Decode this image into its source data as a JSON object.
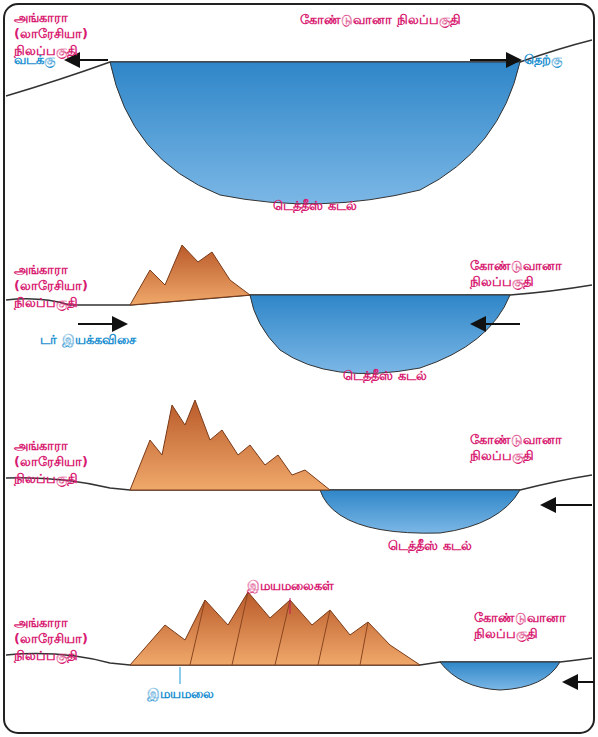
{
  "diagram": {
    "labels": [
      "அங்காரா (லாரேசியா) நிலப்பகுதி",
      "கோண்டுவானா நிலப்பகுதி",
      "வடக்கு",
      "தெற்கு",
      "டெத்தீஸ் கடல்",
      "அங்காரா (லாரேசியா) நிலப்பகுதி",
      "கோண்டுவானா நிலப்பகுதி",
      "டர் இயக்கவிசை",
      "டெத்தீஸ் கடல்",
      "அங்காரா (லாரேசியா) நிலப்பகுதி",
      "கோண்டுவானா நிலப்பகுதி",
      "டெத்தீஸ் கடல்",
      "இமயமலைகள்",
      "அங்காரா (லாரேசியா) நிலப்பகுதி",
      "கோண்டுவானா நிலப்பகுதி",
      "இமயமலை"
    ]
  }
}
